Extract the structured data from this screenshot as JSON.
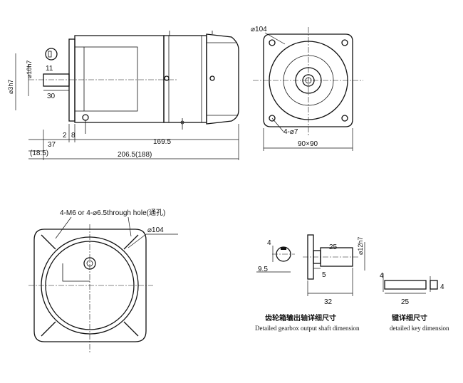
{
  "side_view": {
    "shaft_dia": "⌀10h7",
    "flange_dia": "⌀3h7",
    "key_width": "11",
    "shaft_len": "30",
    "dim_37": "37",
    "dim_2": "2",
    "dim_8": "8",
    "dim_169_5": "169.5",
    "dim_18_5": "(18.5)",
    "total": "206.5(188)"
  },
  "front_view": {
    "pilot_dia": "⌀104",
    "holes": "4-⌀7",
    "square": "90×90"
  },
  "flange_view": {
    "holes_note": "4-M6 or 4-⌀6.5through hole(通孔)",
    "pilot_dia": "⌀104"
  },
  "gearbox_detail": {
    "dim_4": "4",
    "dim_9_5": "9.5",
    "dim_25": "25",
    "dim_5": "5",
    "dim_32": "32",
    "shaft_dia": "⌀12h7",
    "caption_cn": "齿轮箱输出轴详细尺寸",
    "caption_en": "Detailed gearbox output shaft dimension"
  },
  "key_detail": {
    "dim_4a": "4",
    "dim_4b": "4",
    "dim_25": "25",
    "caption_cn": "键详细尺寸",
    "caption_en": "detailed key dimension"
  }
}
